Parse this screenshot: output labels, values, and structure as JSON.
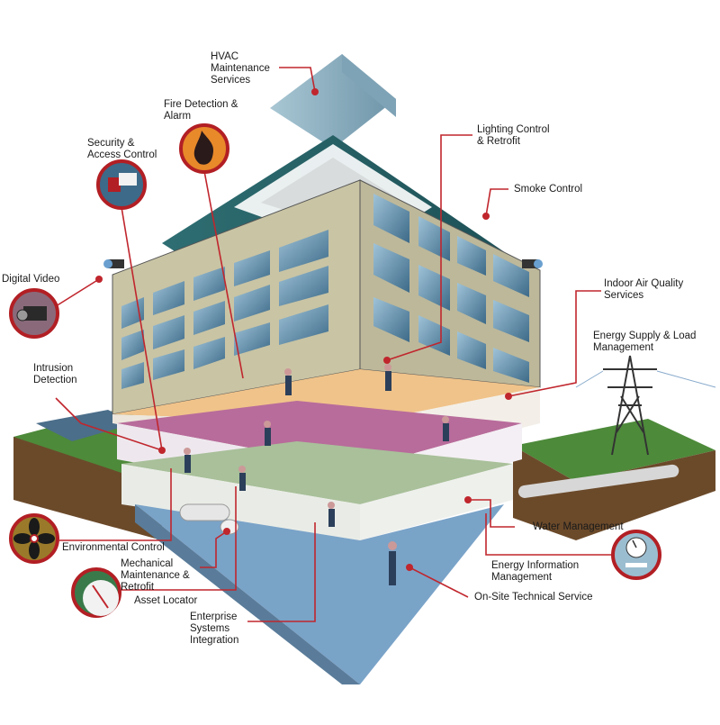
{
  "diagram": {
    "type": "building-services-cutaway",
    "accent_color": "#c0262d",
    "labels": {
      "hvac": "HVAC\nMaintenance\nServices",
      "fire": "Fire Detection &\nAlarm",
      "security": "Security &\nAccess Control",
      "lighting": "Lighting Control\n& Retrofit",
      "smoke": "Smoke Control",
      "digital_video": "Digital Video",
      "iaq": "Indoor Air Quality\nServices",
      "energy_supply": "Energy Supply & Load\nManagement",
      "intrusion": "Intrusion\nDetection",
      "environmental": "Environmental Control",
      "mechanical": "Mechanical\nMaintenance &\nRetrofit",
      "asset": "Asset Locator",
      "enterprise": "Enterprise\nSystems\nIntegration",
      "water": "Water Management",
      "energy_info": "Energy Information\nManagement",
      "onsite": "On-Site Technical Service"
    },
    "icons": {
      "fire": "flame-icon",
      "security": "keycard-icon",
      "digital_video": "camera-icon",
      "environmental": "fan-icon",
      "asset": "compass-icon",
      "energy_info": "gauge-icon"
    }
  }
}
